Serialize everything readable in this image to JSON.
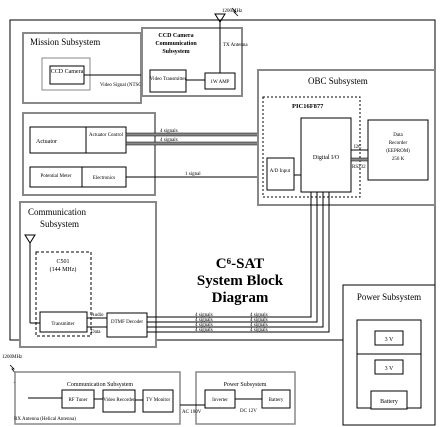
{
  "title": {
    "line1": "C⁶-SAT",
    "line2": "System Block",
    "line3": "Diagram"
  },
  "freq_top": "1200MHz",
  "freq_left": "1200MHz",
  "mission": {
    "title": "Mission Subsystem",
    "ccd_camera": "CCD Camera",
    "video_signal": "Video Signal (NTSC)"
  },
  "ccd_comm": {
    "title_l1": "CCD Camera",
    "title_l2": "Communication",
    "title_l3": "Subsystem",
    "tx_antenna": "TX Antenna",
    "video_transmitter": "Video Transmitter",
    "amp": "1W AMP"
  },
  "obc": {
    "title": "OBC Subsystem",
    "pic": "PIC16F877",
    "digital_io": "Digital I/O",
    "ad_input": "A/D Input",
    "data_recorder_l1": "Data",
    "data_recorder_l2": "Recorder",
    "data_recorder_l3": "(EEPROM)",
    "data_recorder_l4": "256 K",
    "i2c": "I2C",
    "rs232": "RS232"
  },
  "actuators": {
    "actuator": "Actuator",
    "actuator_control": "Actuator Control",
    "pot_meter": "Potential Meter",
    "electronics": "Electronics",
    "line_label": "4 signals",
    "pot_line_label": "1 signal"
  },
  "comm": {
    "title_l1": "Communication",
    "title_l2": "Subsystem",
    "c501_l1": "C501",
    "c501_l2": "(144 MHz)",
    "transmitter": "Transmitter",
    "dtmf": "DTMF Decoder",
    "sig_a": "Audio",
    "sig_b": "Data",
    "bus_label": "4 signals"
  },
  "power": {
    "title": "Power Subsystem",
    "v1": "3 V",
    "v2": "3 V",
    "battery": "Battery"
  },
  "ground_comm": {
    "title": "Communication Subsystem",
    "antenna": "RX Antenna (Helical Antenna)",
    "rf_tuner": "RF Tuner",
    "video_recorder": "Video Recorder",
    "tv_monitor": "TV Monitor"
  },
  "ground_power": {
    "title": "Power Subsystem",
    "inverter": "Inverter",
    "battery": "Battery",
    "ac": "AC 100V",
    "dc": "DC 12V"
  }
}
